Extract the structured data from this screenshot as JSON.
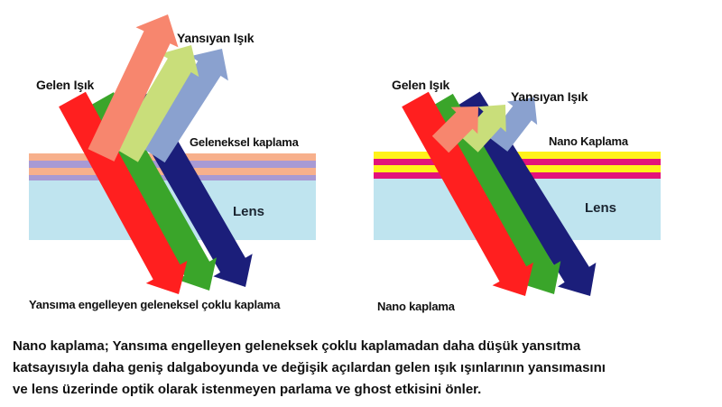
{
  "colors": {
    "incoming_red": "#ff1f1f",
    "incoming_green": "#3aa52a",
    "incoming_blue": "#1b1e7a",
    "reflected_red": "#f7866e",
    "reflected_green": "#c9de7a",
    "reflected_blue": "#8aa1cf",
    "lens": "#bfe4ef",
    "coat_orange": "#f7b08c",
    "coat_purple": "#a89ad4",
    "nano_yellow": "#fff21a",
    "nano_magenta": "#e3137a"
  },
  "left_panel": {
    "incoming_label": "Gelen Işık",
    "reflected_label": "Yansıyan Işık",
    "coating_label": "Geleneksel kaplama",
    "lens_label": "Lens",
    "bottom_label": "Yansıma engelleyen geleneksel çoklu kaplama"
  },
  "right_panel": {
    "incoming_label": "Gelen Işık",
    "reflected_label": "Yansıyan Işık",
    "coating_label": "Nano Kaplama",
    "lens_label": "Lens",
    "bottom_label": "Nano kaplama"
  },
  "caption": {
    "line1": "Nano kaplama; Yansıma engelleyen geleneksek çoklu kaplamadan daha düşük yansıtma",
    "line2": "katsayısıyla daha geniş dalgaboyunda ve değişik açılardan gelen ışık ışınlarının yansımasını",
    "line3": "ve lens üzerinde optik olarak istenmeyen parlama ve ghost etkisini önler."
  }
}
